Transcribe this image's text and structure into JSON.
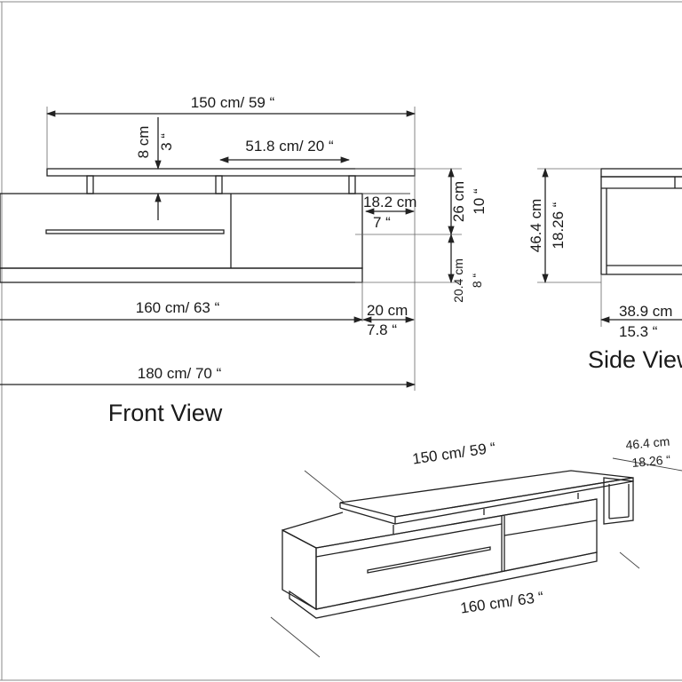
{
  "views": {
    "front_title": "Front View",
    "side_title": "Side View"
  },
  "front": {
    "top_width": "150 cm/ 59 “",
    "gap_height_cm": "8 cm",
    "gap_height_in": "3 “",
    "top_shelf_width": "51.8 cm/ 20 “",
    "top_overhang_cm": "18.2 cm",
    "top_overhang_in": "7 “",
    "upper_height_cm": "26 cm",
    "upper_height_in": "10 “",
    "lower_height_cm": "20.4 cm",
    "lower_height_in": "8 “",
    "body_width": "160 cm/ 63 “",
    "side_depth_cm": "20 cm",
    "side_depth_in": "7.8 “",
    "total_width": "180 cm/ 70 “"
  },
  "side": {
    "height_cm": "46.4 cm",
    "height_in": "18.26 “",
    "depth_cm": "38.9 cm",
    "depth_in": "15.3 “"
  },
  "iso": {
    "top_width": "150 cm/ 59 “",
    "height_cm": "46.4 cm",
    "height_in": "18.26 “",
    "body_width": "160 cm/ 63 “"
  }
}
